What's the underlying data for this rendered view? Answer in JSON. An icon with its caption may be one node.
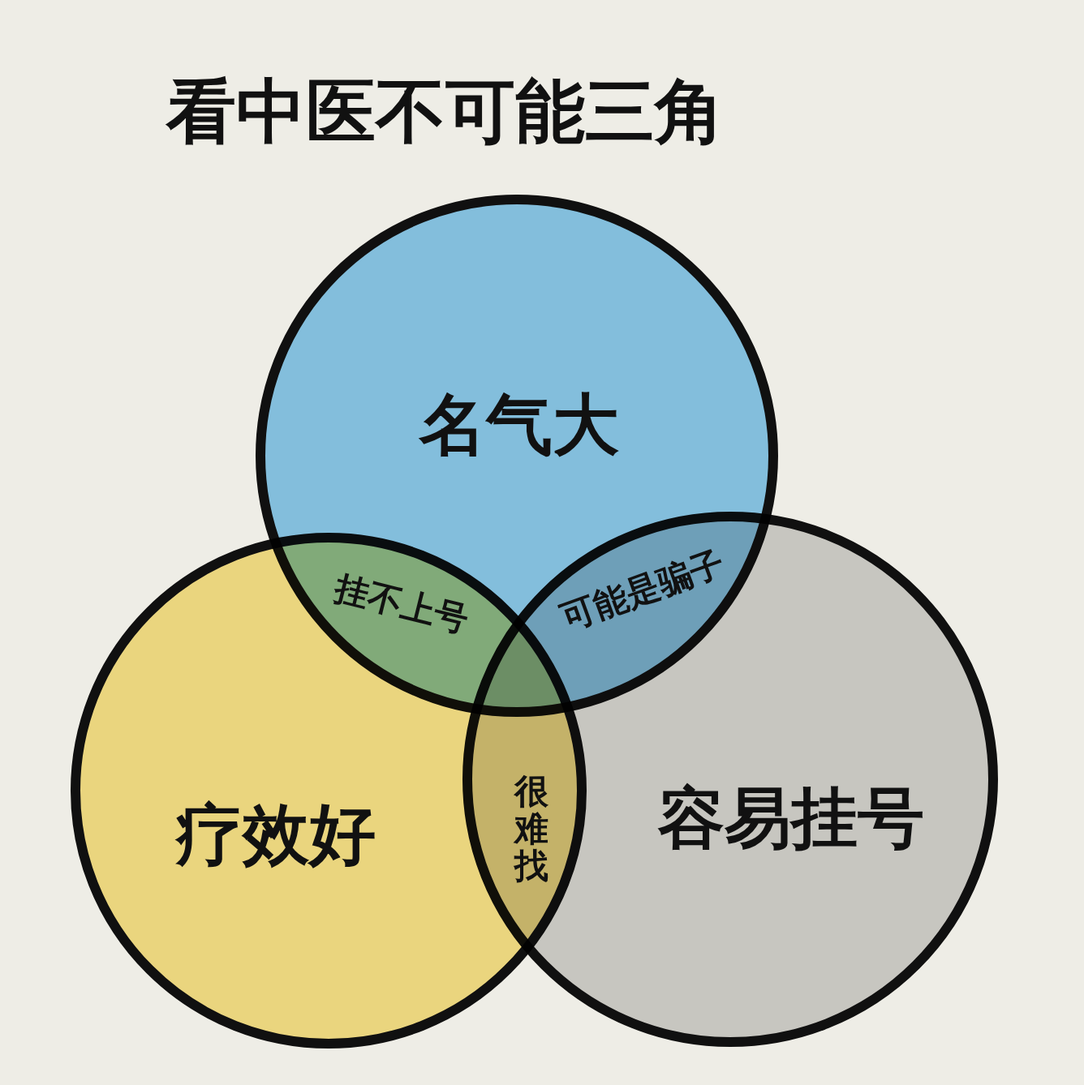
{
  "diagram": {
    "title": "看中医不可能三角",
    "nodes": [
      {
        "text": [
          "名气大"
        ]
      },
      {
        "text": [
          "疗效好"
        ]
      },
      {
        "text": [
          "容易挂号"
        ]
      }
    ],
    "labels": [
      "挂不上号",
      "可能是骗子",
      "很难找"
    ]
  }
}
